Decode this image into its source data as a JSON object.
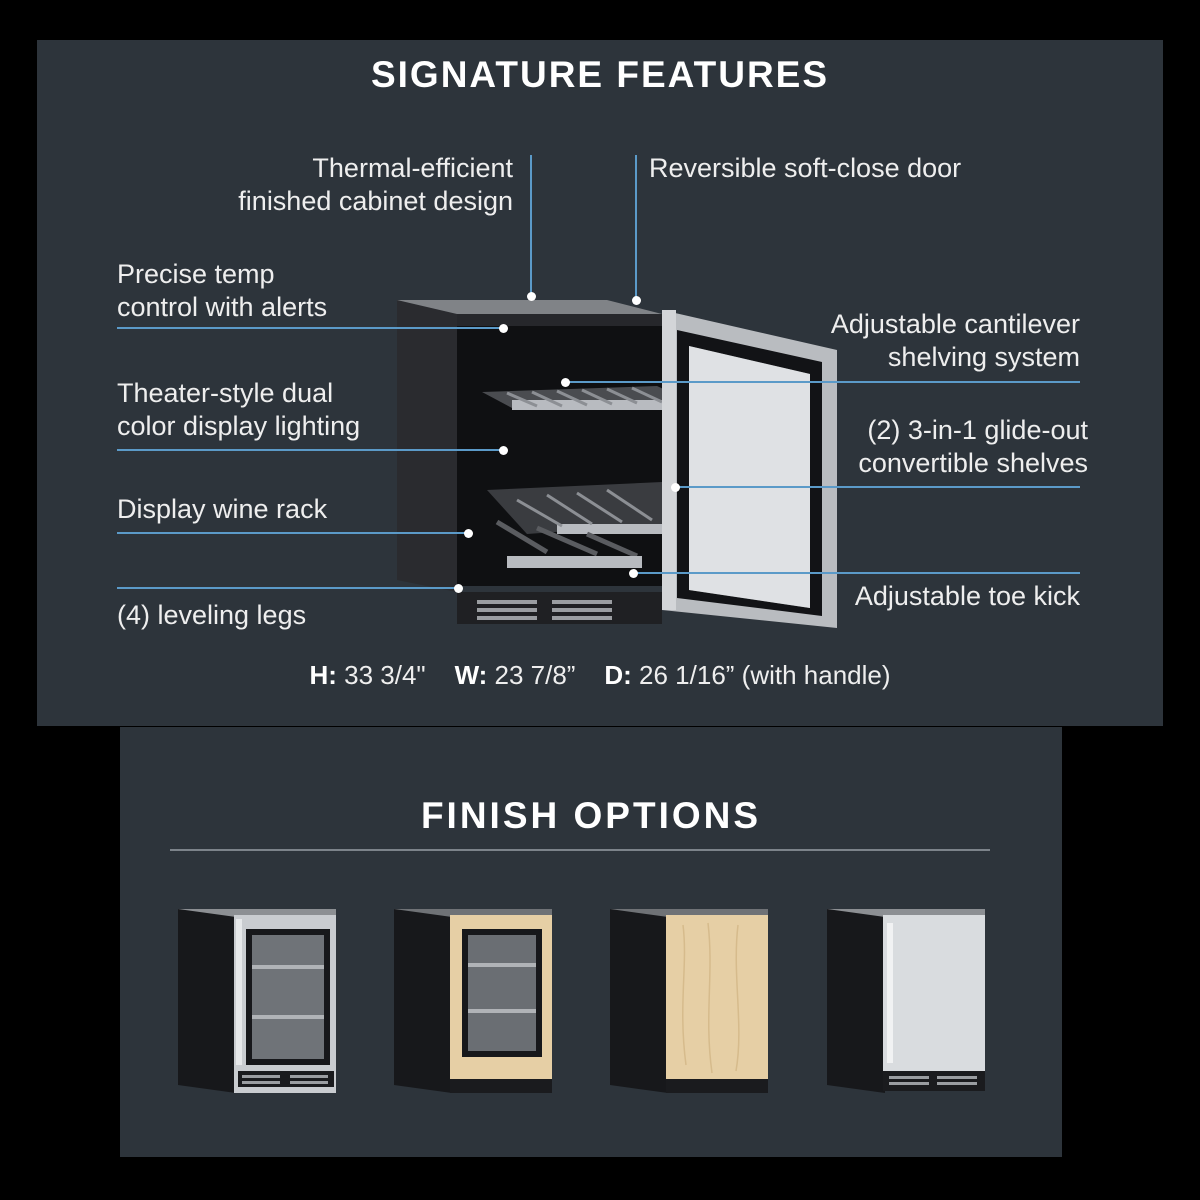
{
  "features": {
    "title": "SIGNATURE FEATURES",
    "labels": {
      "thermal_line1": "Thermal-efficient",
      "thermal_line2": "finished cabinet design",
      "reversible": "Reversible soft-close door",
      "temp_line1": "Precise temp",
      "temp_line2": "control with alerts",
      "cantilever_line1": "Adjustable cantilever",
      "cantilever_line2": "shelving system",
      "lighting_line1": "Theater-style dual",
      "lighting_line2": "color display lighting",
      "glide_line1": "(2) 3-in-1 glide-out",
      "glide_line2": "convertible shelves",
      "wine_rack": "Display wine rack",
      "toe_kick": "Adjustable toe kick",
      "legs": "(4) leveling legs"
    },
    "dimensions": {
      "h_label": "H:",
      "h_value": " 33 3/4\"",
      "w_label": "W:",
      "w_value": " 23 7/8”",
      "d_label": "D:",
      "d_value": " 26 1/16” (with handle)"
    }
  },
  "finish": {
    "title": "FINISH OPTIONS"
  },
  "colors": {
    "panel": "#2d343b",
    "callout": "#5b9ac8",
    "cabinet": "#1b1c1f",
    "stainless": "#c9ccd0",
    "wood": "#e6cfa5"
  },
  "icons": [
    "beverage-center-illustration",
    "stainless-glass-door-unit",
    "panel-ready-glass-door-unit",
    "panel-ready-solid-door-unit",
    "stainless-solid-door-unit"
  ]
}
